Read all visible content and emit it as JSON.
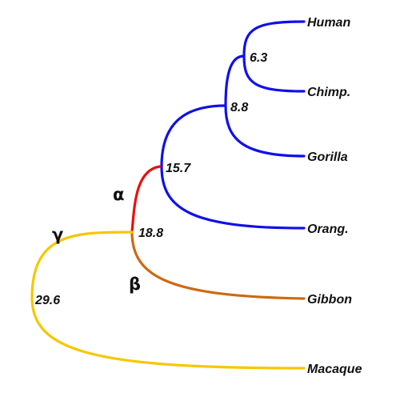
{
  "taxa": {
    "human": "Human",
    "chimp": "Chimp.",
    "gorilla": "Gorilla",
    "orang": "Orang.",
    "gibbon": "Gibbon",
    "macaque": "Macaque"
  },
  "nodes": {
    "hc": "6.3",
    "hcg": "8.8",
    "great_apes": "15.7",
    "apes": "18.8",
    "root": "29.6"
  },
  "branches": {
    "alpha": "α",
    "beta": "β",
    "gamma": "γ"
  },
  "colors": {
    "great_ape_clade": "#1010e8",
    "alpha_branch": "#e81010",
    "beta_branch": "#cc6a12",
    "gamma_branch": "#f5c800"
  }
}
